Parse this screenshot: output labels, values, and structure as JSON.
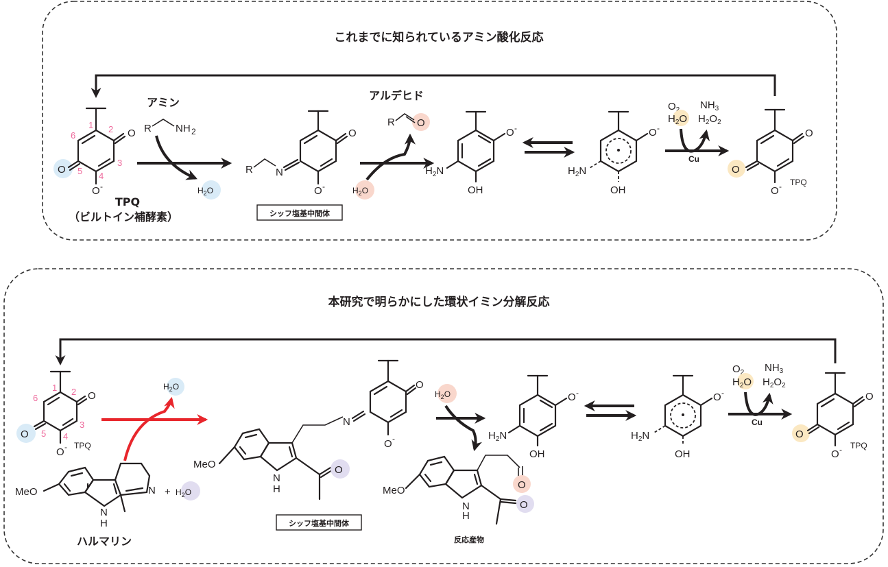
{
  "panels": {
    "top": {
      "title": "これまでに知られているアミン酸化反応",
      "amine_label": "アミン",
      "aldehyde_label": "アルデヒド",
      "tpq_label": "TPQ",
      "tpq_sublabel": "（ビルトイン補酵素）",
      "schiff_label": "シッフ塩基中間体",
      "catalyst": "Cu",
      "tpq_right_label": "TPQ"
    },
    "bottom": {
      "title": "本研究で明らかにした環状イミン分解反応",
      "harmaline_label": "ハルマリン",
      "schiff_label": "シッフ塩基中間体",
      "product_label": "反応産物",
      "catalyst": "Cu",
      "tpq_left_label": "TPQ",
      "tpq_right_label": "TPQ"
    }
  },
  "chem": {
    "O": "O",
    "O_minus": "O",
    "minus": "-",
    "OH": "OH",
    "H2N": "H",
    "N": "N",
    "H": "H",
    "R": "R",
    "NH2": "NH",
    "MeO": "MeO",
    "plus": "+",
    "O2": "O",
    "NH3": "NH",
    "H2O2": "H",
    "H2O": "H",
    "sub2": "2",
    "sub3": "3",
    "radical": "•"
  },
  "ring_numbers": [
    "1",
    "2",
    "3",
    "4",
    "5",
    "6"
  ],
  "highlight_colors": {
    "blue": "#d9ebf7",
    "red": "#f9d7cc",
    "yellow": "#fbe8c2",
    "purple": "#e1ddf0",
    "arrow_red": "#e8262c",
    "ring_number_pink": "#ee6a9c"
  }
}
